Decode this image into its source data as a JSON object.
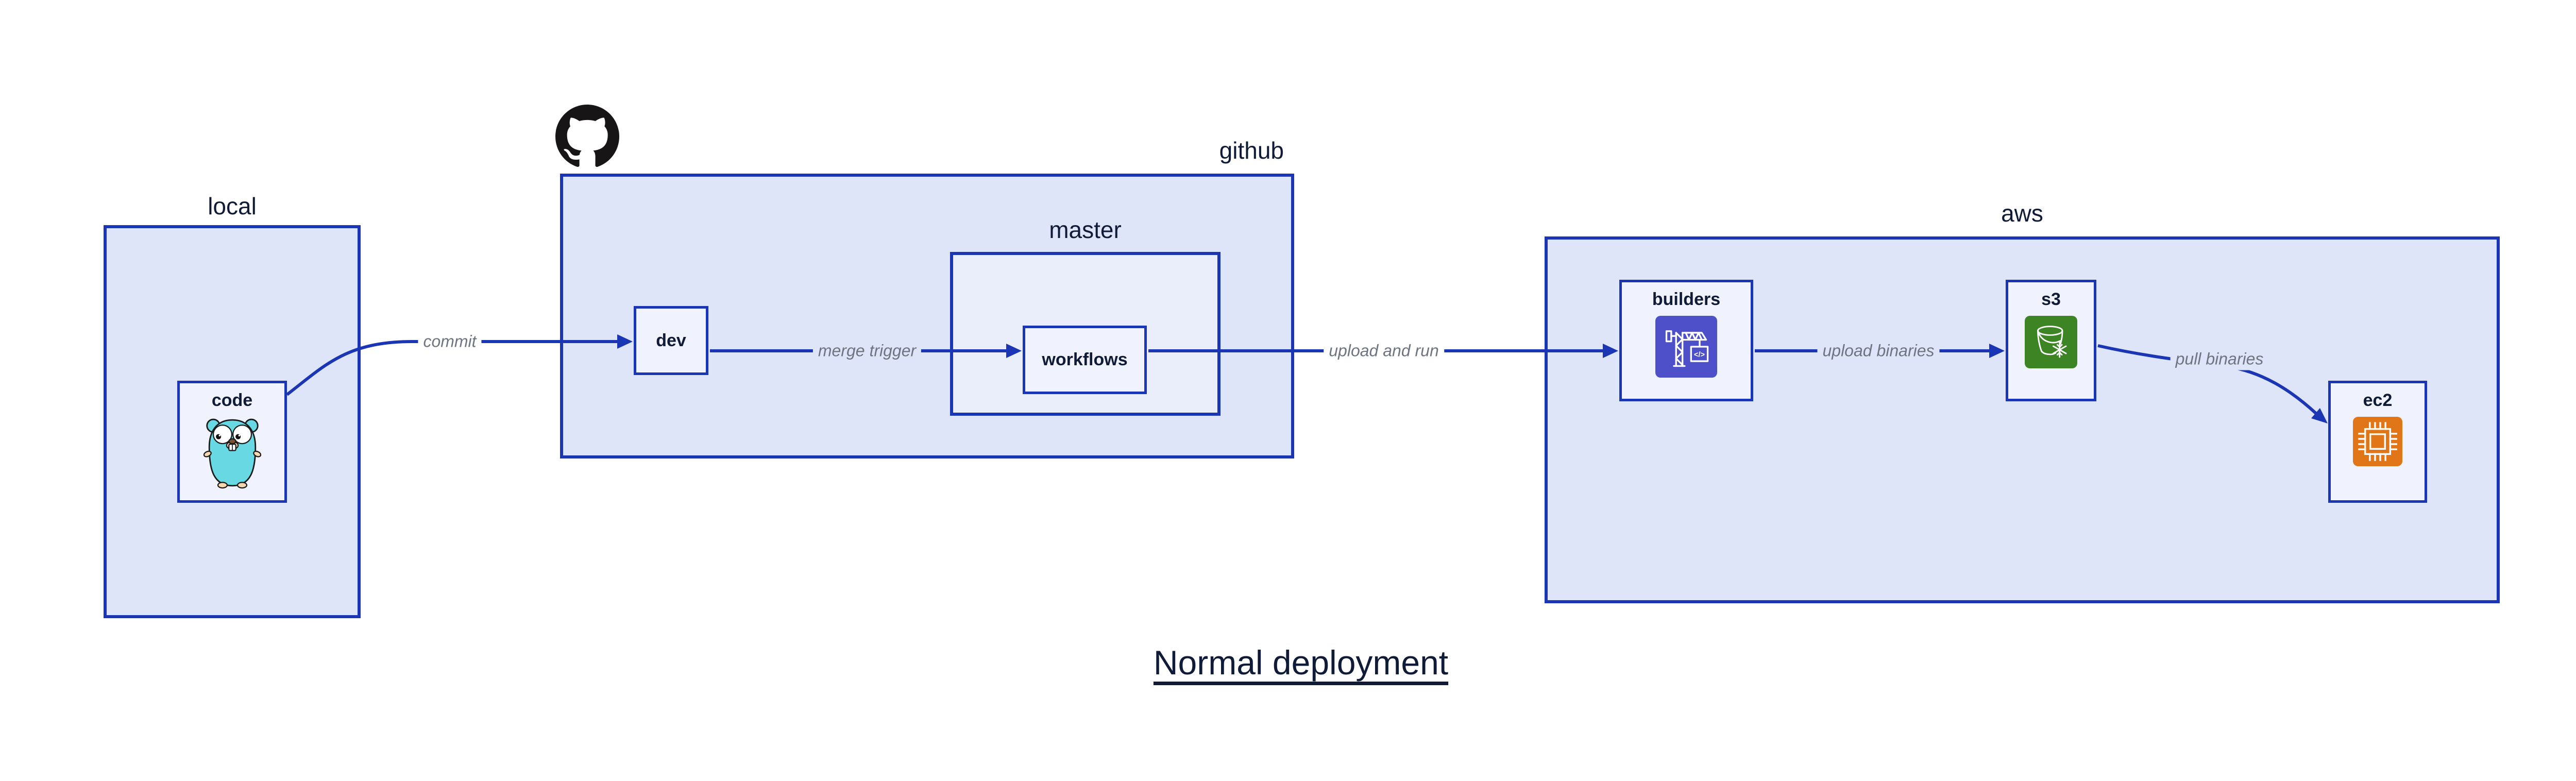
{
  "diagram_title": "Normal deployment",
  "containers": {
    "local": {
      "label": "local"
    },
    "github": {
      "label": "github"
    },
    "master": {
      "label": "master"
    },
    "aws": {
      "label": "aws"
    }
  },
  "nodes": {
    "code": {
      "label": "code",
      "icon": "go-gopher"
    },
    "dev": {
      "label": "dev"
    },
    "workflows": {
      "label": "workflows"
    },
    "builders": {
      "label": "builders",
      "icon": "codebuild-crane",
      "icon_glyph": "</>"
    },
    "s3": {
      "label": "s3",
      "icon": "s3-glacier-bucket"
    },
    "ec2": {
      "label": "ec2",
      "icon": "ec2-chip"
    }
  },
  "edges": [
    {
      "label": "commit",
      "from": "code",
      "to": "dev"
    },
    {
      "label": "merge trigger",
      "from": "dev",
      "to": "workflows"
    },
    {
      "label": "upload and run",
      "from": "workflows",
      "to": "builders"
    },
    {
      "label": "upload binaries",
      "from": "builders",
      "to": "s3"
    },
    {
      "label": "pull binaries",
      "from": "s3",
      "to": "ec2"
    }
  ],
  "colors": {
    "canvas_bg": "#ffffff",
    "line": "#1a36b4",
    "container_fill": "#dfe5f8",
    "master_fill": "#eaeefb",
    "node_fill": "#f0f3fd",
    "text_dark": "#101b38",
    "edge_label": "#6e7480",
    "github_logo": "#171515",
    "builders_icon_bg": "#4d50c9",
    "s3_icon_bg": "#3d8524",
    "ec2_icon_bg": "#e07617",
    "gopher_body": "#68d8e2",
    "gopher_tan": "#f6d7ae"
  }
}
